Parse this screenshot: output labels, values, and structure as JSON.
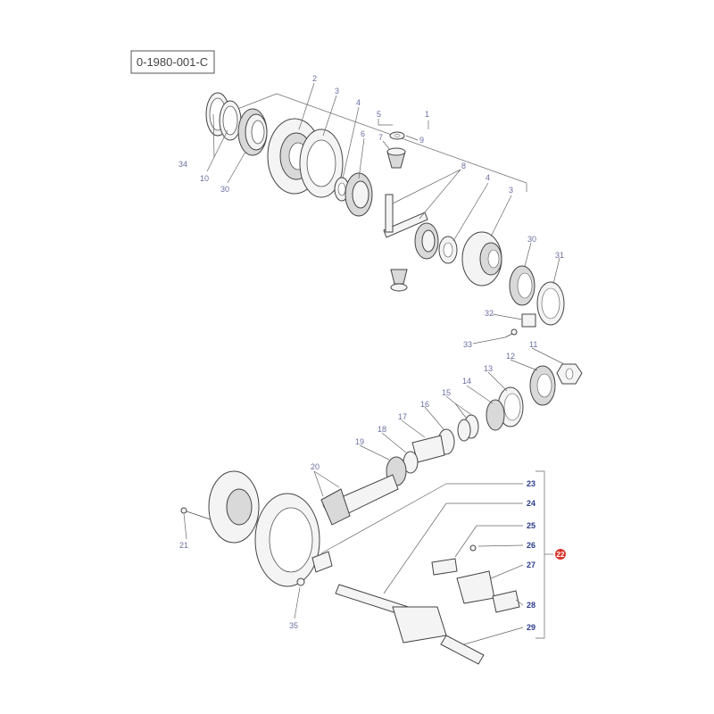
{
  "diagram": {
    "reference": "0-1980-001-C",
    "accent_color": "#d9342b",
    "callouts": {
      "c1": "1",
      "c2": "2",
      "c3a": "3",
      "c3b": "3",
      "c4a": "4",
      "c4b": "4",
      "c5": "5",
      "c6": "6",
      "c7": "7",
      "c8": "8",
      "c9": "9",
      "c10": "10",
      "c11": "11",
      "c12": "12",
      "c13": "13",
      "c14": "14",
      "c15": "15",
      "c16": "16",
      "c17": "17",
      "c18": "18",
      "c19": "19",
      "c20": "20",
      "c21": "21",
      "c22": "22",
      "c23": "23",
      "c24": "24",
      "c25": "25",
      "c26": "26",
      "c27": "27",
      "c28": "28",
      "c29": "29",
      "c30a": "30",
      "c30b": "30",
      "c31": "31",
      "c32": "32",
      "c33": "33",
      "c34": "34",
      "c35": "35"
    }
  }
}
